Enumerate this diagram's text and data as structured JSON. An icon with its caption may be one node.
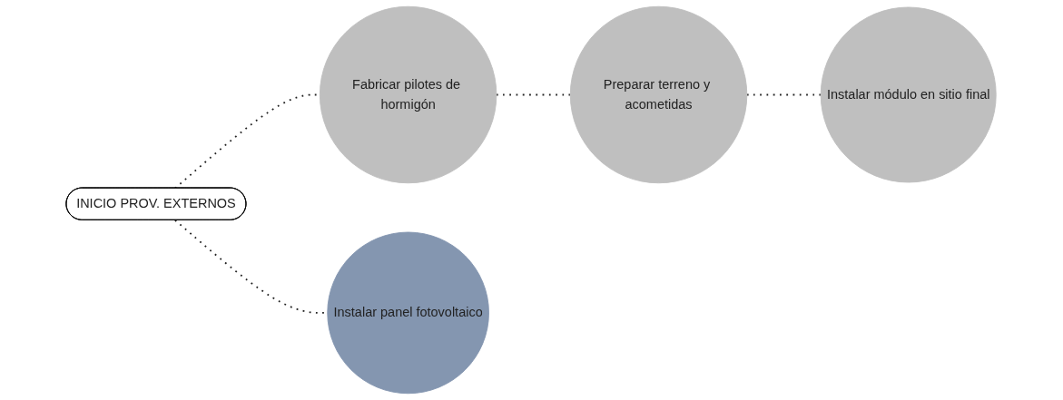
{
  "diagram": {
    "nodes": [
      {
        "text": [
          "INICIO PROV. EXTERNOS"
        ]
      },
      {
        "text": [
          "Fabricar pilotes de hormigón"
        ]
      },
      {
        "text": [
          "Preparar terreno y acometidas"
        ]
      },
      {
        "text": [
          "Instalar módulo en sitio final"
        ]
      },
      {
        "text": [
          "Instalar panel fotovoltaico"
        ]
      }
    ],
    "edges": [
      {
        "from": 0,
        "to": 1,
        "arrow": "none",
        "style": "dashed"
      },
      {
        "from": 1,
        "to": 2,
        "arrow": "none",
        "style": "dashed"
      },
      {
        "from": 2,
        "to": 3,
        "arrow": "none",
        "style": "dashed"
      },
      {
        "from": 0,
        "to": 4,
        "arrow": "none",
        "style": "dashed"
      }
    ]
  }
}
